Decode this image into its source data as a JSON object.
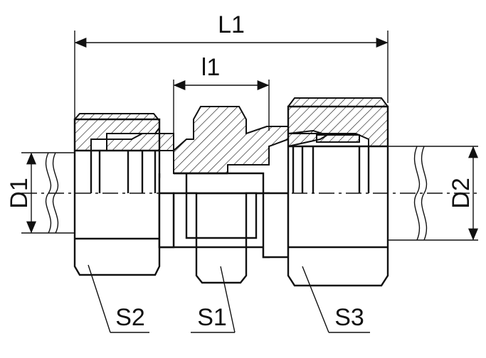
{
  "labels": {
    "overall_length": "L1",
    "inner_length": "l1",
    "diameter_left": "D1",
    "diameter_right": "D2",
    "hex_center": "S1",
    "hex_left": "S2",
    "hex_right": "S3"
  },
  "colors": {
    "line": "#111111",
    "background": "#ffffff"
  }
}
